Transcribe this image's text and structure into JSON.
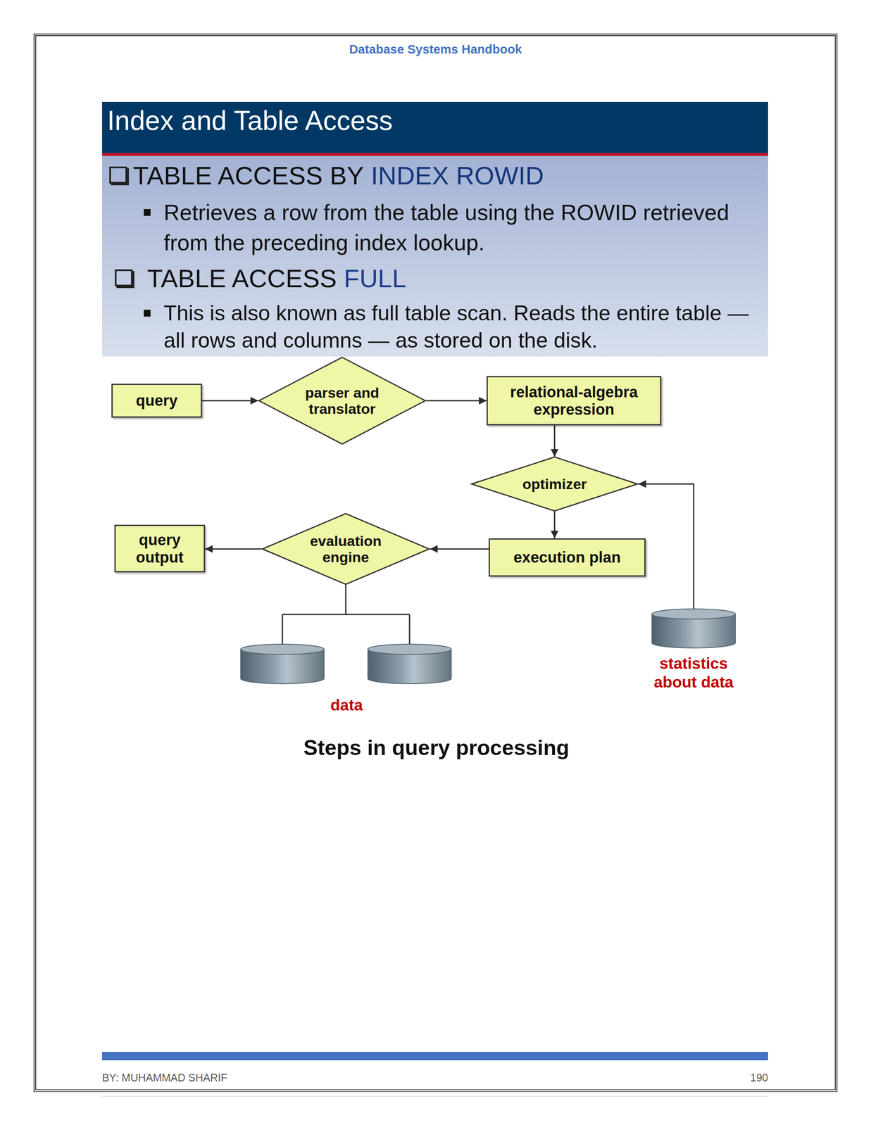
{
  "diagram": {
    "title": "Index and Table Access",
    "caption": "Steps in query processing",
    "nodes": [
      {
        "text": [
          "query"
        ]
      },
      {
        "text": [
          "parser and translator"
        ]
      },
      {
        "text": [
          "relational-algebra expression"
        ]
      },
      {
        "text": [
          "optimizer"
        ]
      },
      {
        "text": [
          "execution plan"
        ]
      },
      {
        "text": [
          "evaluation engine"
        ]
      },
      {
        "text": [
          "query output"
        ]
      },
      {
        "text": [
          "data"
        ]
      },
      {
        "text": [
          "statistics about data"
        ]
      }
    ],
    "edges": [
      {
        "from": 0,
        "to": 1,
        "arrow": "to"
      },
      {
        "from": 1,
        "to": 2,
        "arrow": "to"
      },
      {
        "from": 2,
        "to": 3,
        "arrow": "to"
      },
      {
        "from": 3,
        "to": 4,
        "arrow": "to"
      },
      {
        "from": 4,
        "to": 5,
        "arrow": "to"
      },
      {
        "from": 5,
        "to": 6,
        "arrow": "to"
      },
      {
        "from": 5,
        "to": 7,
        "arrow": "none"
      },
      {
        "from": 8,
        "to": 3,
        "arrow": "to"
      }
    ],
    "labels": [
      "Database Systems Handbook",
      "TABLE ACCESS BY",
      "INDEX ROWID",
      "Retrieves a row from the table using the ROWID retrieved from the preceding index lookup.",
      "TABLE ACCESS",
      "FULL",
      "This is also known as full table scan. Reads the entire table — all rows and columns — as stored on the disk.",
      "BY: MUHAMMAD SHARIF",
      "190"
    ]
  }
}
